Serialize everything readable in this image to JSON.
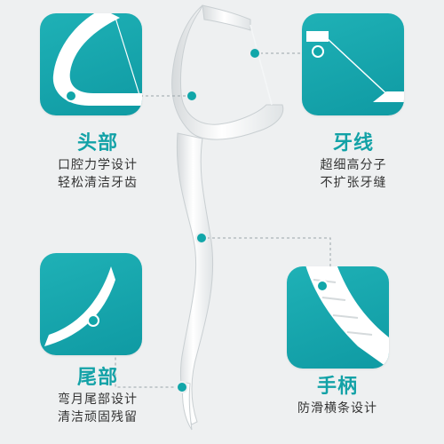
{
  "features": {
    "head": {
      "title": "头部",
      "desc1": "口腔力学设计",
      "desc2": "轻松清洁牙齿"
    },
    "floss": {
      "title": "牙线",
      "desc1": "超细高分子",
      "desc2": "不扩张牙缝"
    },
    "tail": {
      "title": "尾部",
      "desc1": "弯月尾部设计",
      "desc2": "清洁顽固残留"
    },
    "handle": {
      "title": "手柄",
      "desc1": "防滑横条设计"
    }
  },
  "colors": {
    "accent": "#13a2a7",
    "panel": "#1fb1b6",
    "background": "#eef0f1",
    "plastic": "#ffffff"
  }
}
